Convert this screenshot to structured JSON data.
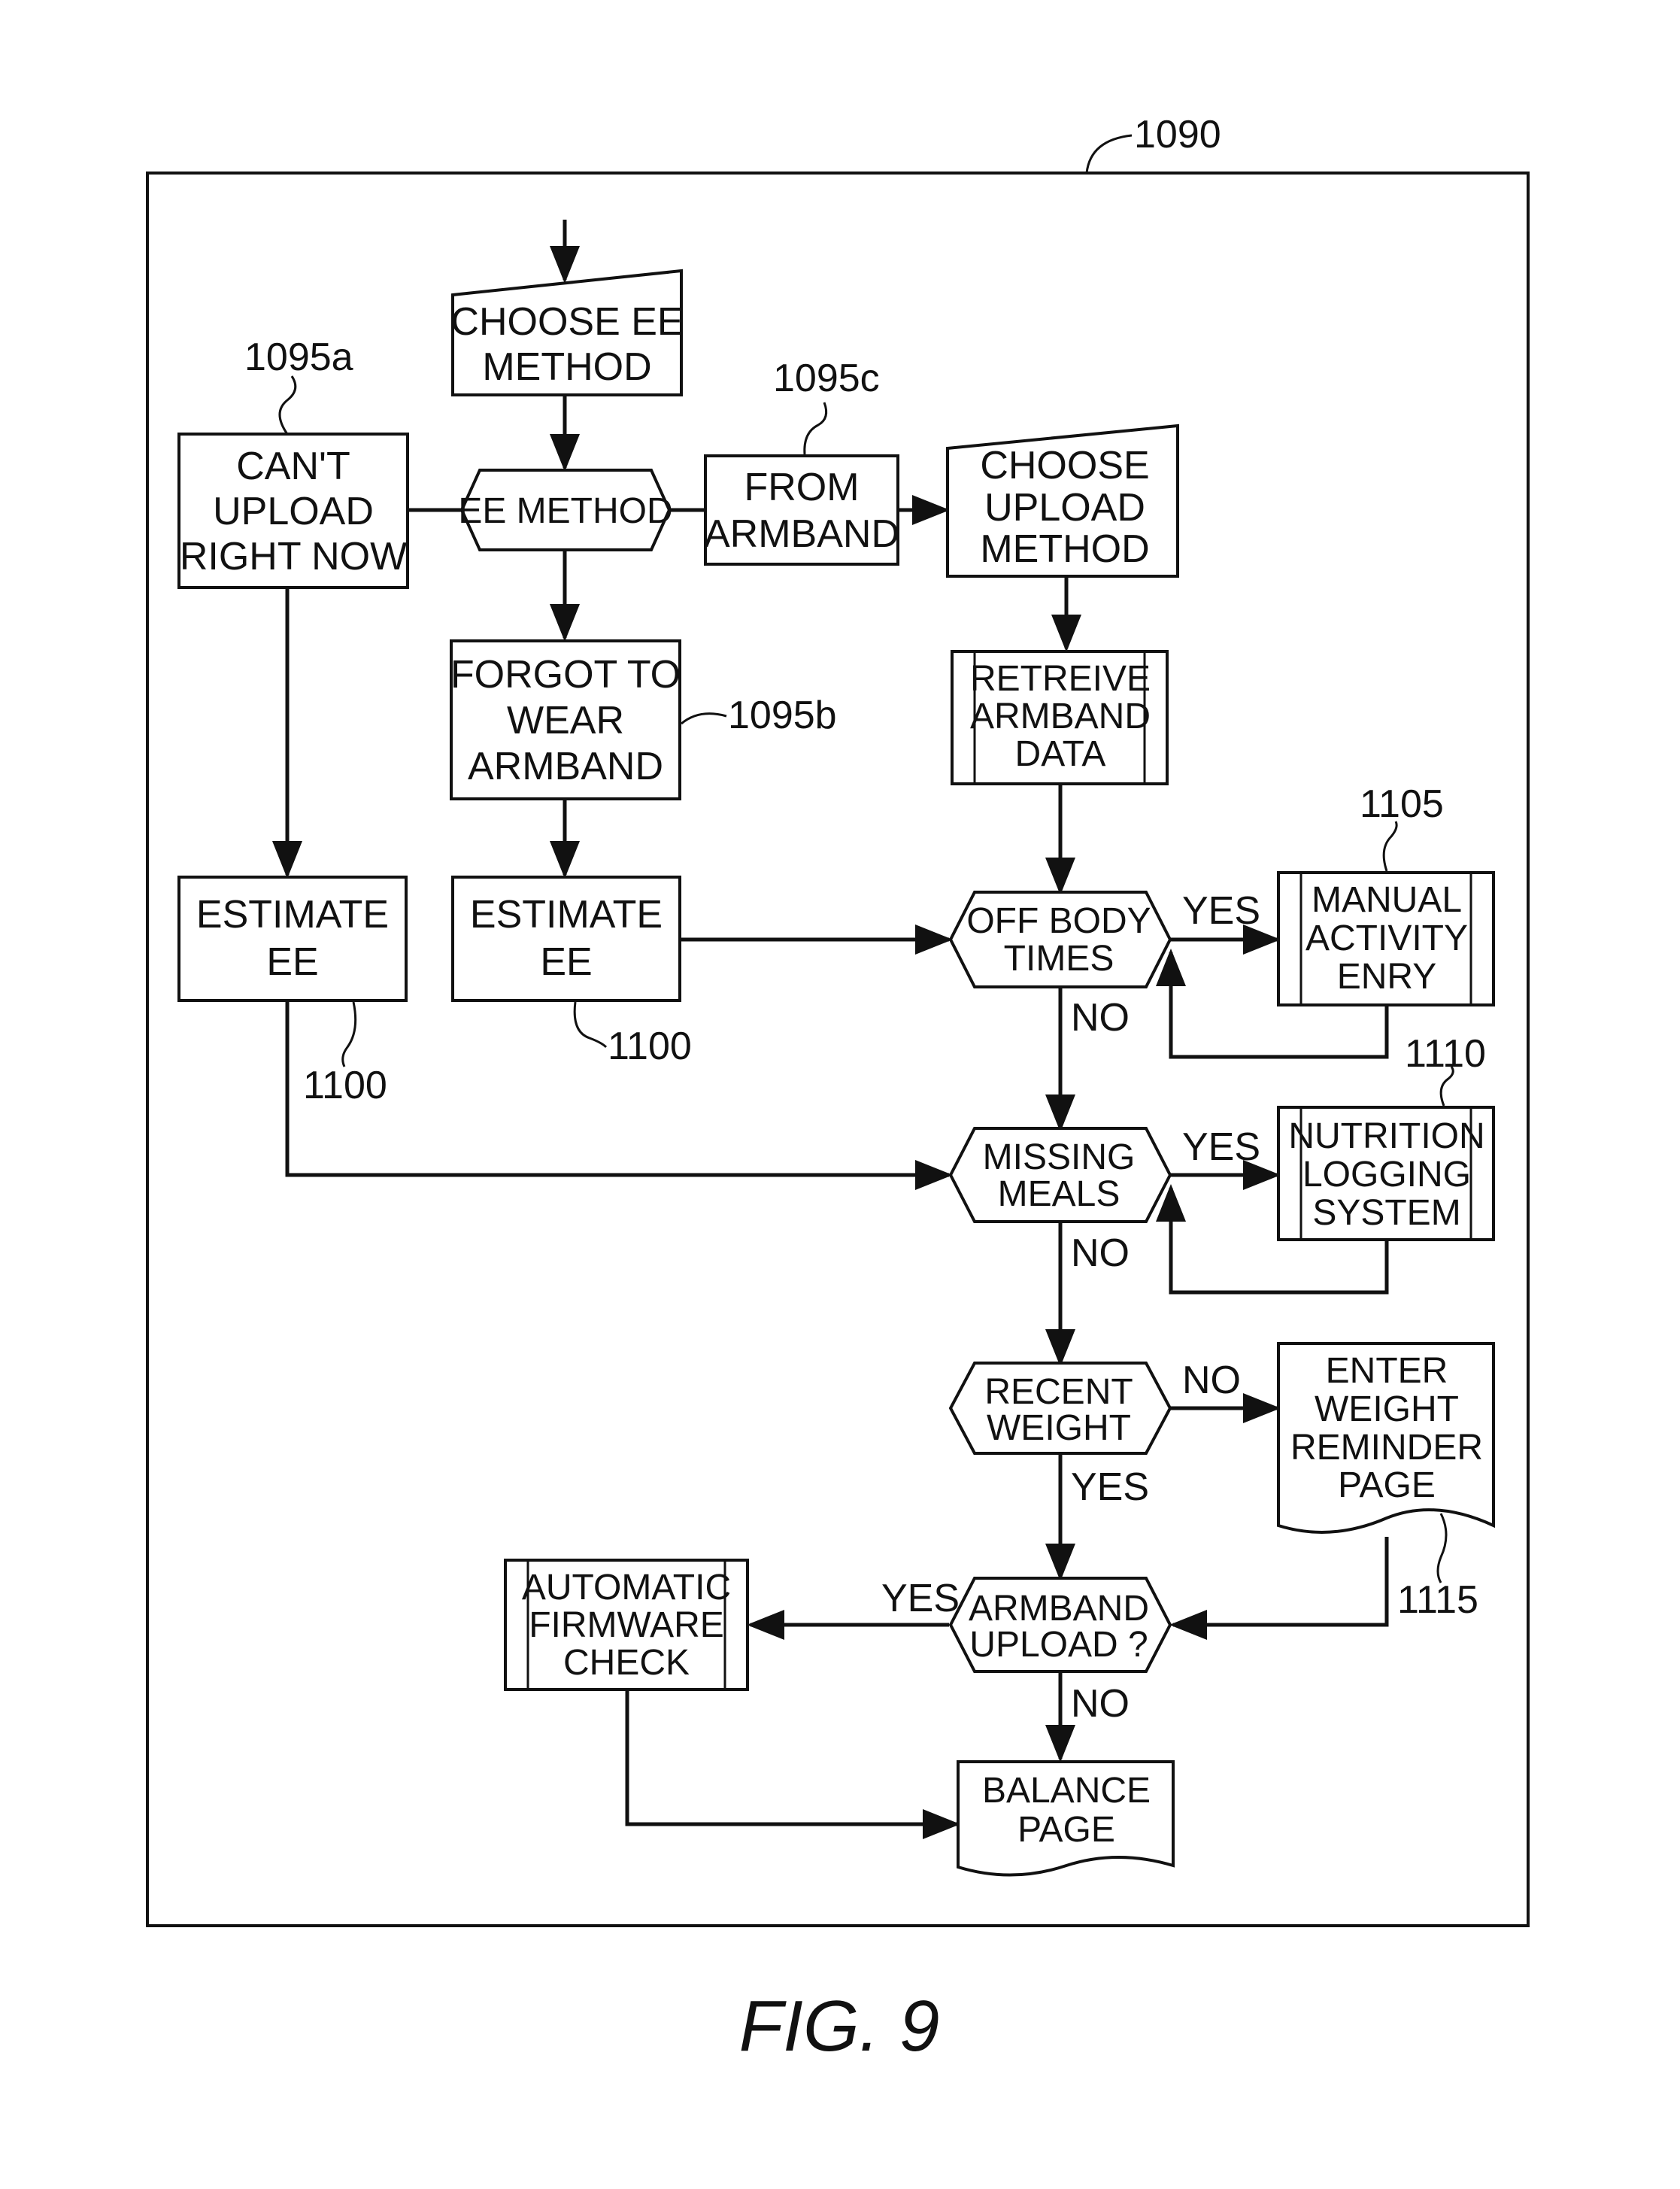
{
  "figure": {
    "ref": "1090",
    "caption": "FIG. 9",
    "colors": {
      "ink": "#111111",
      "background": "#ffffff"
    }
  },
  "nodes": {
    "choose_ee": {
      "lines": [
        "CHOOSE EE",
        "METHOD"
      ]
    },
    "ee_method": {
      "lines": [
        "EE METHOD"
      ]
    },
    "cant_upload": {
      "lines": [
        "CAN'T",
        "UPLOAD",
        "RIGHT NOW"
      ]
    },
    "from_armband": {
      "lines": [
        "FROM",
        "ARMBAND"
      ]
    },
    "choose_upload": {
      "lines": [
        "CHOOSE",
        "UPLOAD",
        "METHOD"
      ]
    },
    "forgot": {
      "lines": [
        "FORGOT TO",
        "WEAR",
        "ARMBAND"
      ]
    },
    "retreive": {
      "lines": [
        "RETREIVE",
        "ARMBAND",
        "DATA"
      ]
    },
    "estimate_left": {
      "lines": [
        "ESTIMATE",
        "EE"
      ]
    },
    "estimate_mid": {
      "lines": [
        "ESTIMATE",
        "EE"
      ]
    },
    "off_body": {
      "lines": [
        "OFF BODY",
        "TIMES"
      ]
    },
    "manual": {
      "lines": [
        "MANUAL",
        "ACTIVITY",
        "ENRY"
      ]
    },
    "missing_meals": {
      "lines": [
        "MISSING",
        "MEALS"
      ]
    },
    "nutrition": {
      "lines": [
        "NUTRITION",
        "LOGGING",
        "SYSTEM"
      ]
    },
    "recent_weight": {
      "lines": [
        "RECENT",
        "WEIGHT"
      ]
    },
    "enter_weight": {
      "lines": [
        "ENTER",
        "WEIGHT",
        "REMINDER",
        "PAGE"
      ]
    },
    "armband_upload": {
      "lines": [
        "ARMBAND",
        "UPLOAD ?"
      ]
    },
    "firmware": {
      "lines": [
        "AUTOMATIC",
        "FIRMWARE",
        "CHECK"
      ]
    },
    "balance": {
      "lines": [
        "BALANCE",
        "PAGE"
      ]
    }
  },
  "refs": {
    "r1095a": "1095a",
    "r1095b": "1095b",
    "r1095c": "1095c",
    "r1100_left": "1100",
    "r1100_mid": "1100",
    "r1105": "1105",
    "r1110": "1110",
    "r1115": "1115"
  },
  "edge_labels": {
    "off_body_yes": "YES",
    "off_body_no": "NO",
    "missing_yes": "YES",
    "missing_no": "NO",
    "weight_no": "NO",
    "weight_yes": "YES",
    "upload_yes": "YES",
    "upload_no": "NO"
  }
}
